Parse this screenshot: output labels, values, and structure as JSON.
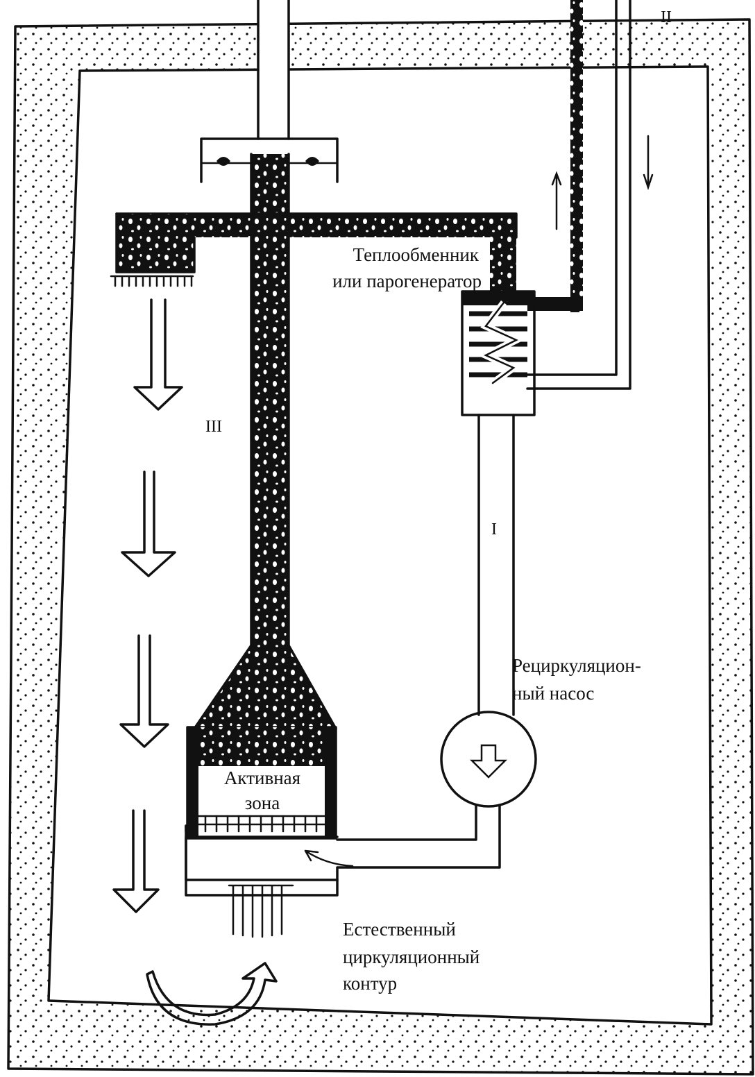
{
  "labels": {
    "heat_exchanger_line1": "Теплообменник",
    "heat_exchanger_line2": "или парогенератор",
    "active_zone_line1": "Активная",
    "active_zone_line2": "зона",
    "pump_line1": "Рециркуляцион-",
    "pump_line2": "ный насос",
    "natural_loop_line1": "Естественный",
    "natural_loop_line2": "циркуляционный",
    "natural_loop_line3": "контур"
  },
  "circuits": {
    "primary": "I",
    "secondary": "II",
    "tertiary": "III"
  },
  "colors": {
    "ink": "#111111",
    "paper": "#ffffff"
  }
}
